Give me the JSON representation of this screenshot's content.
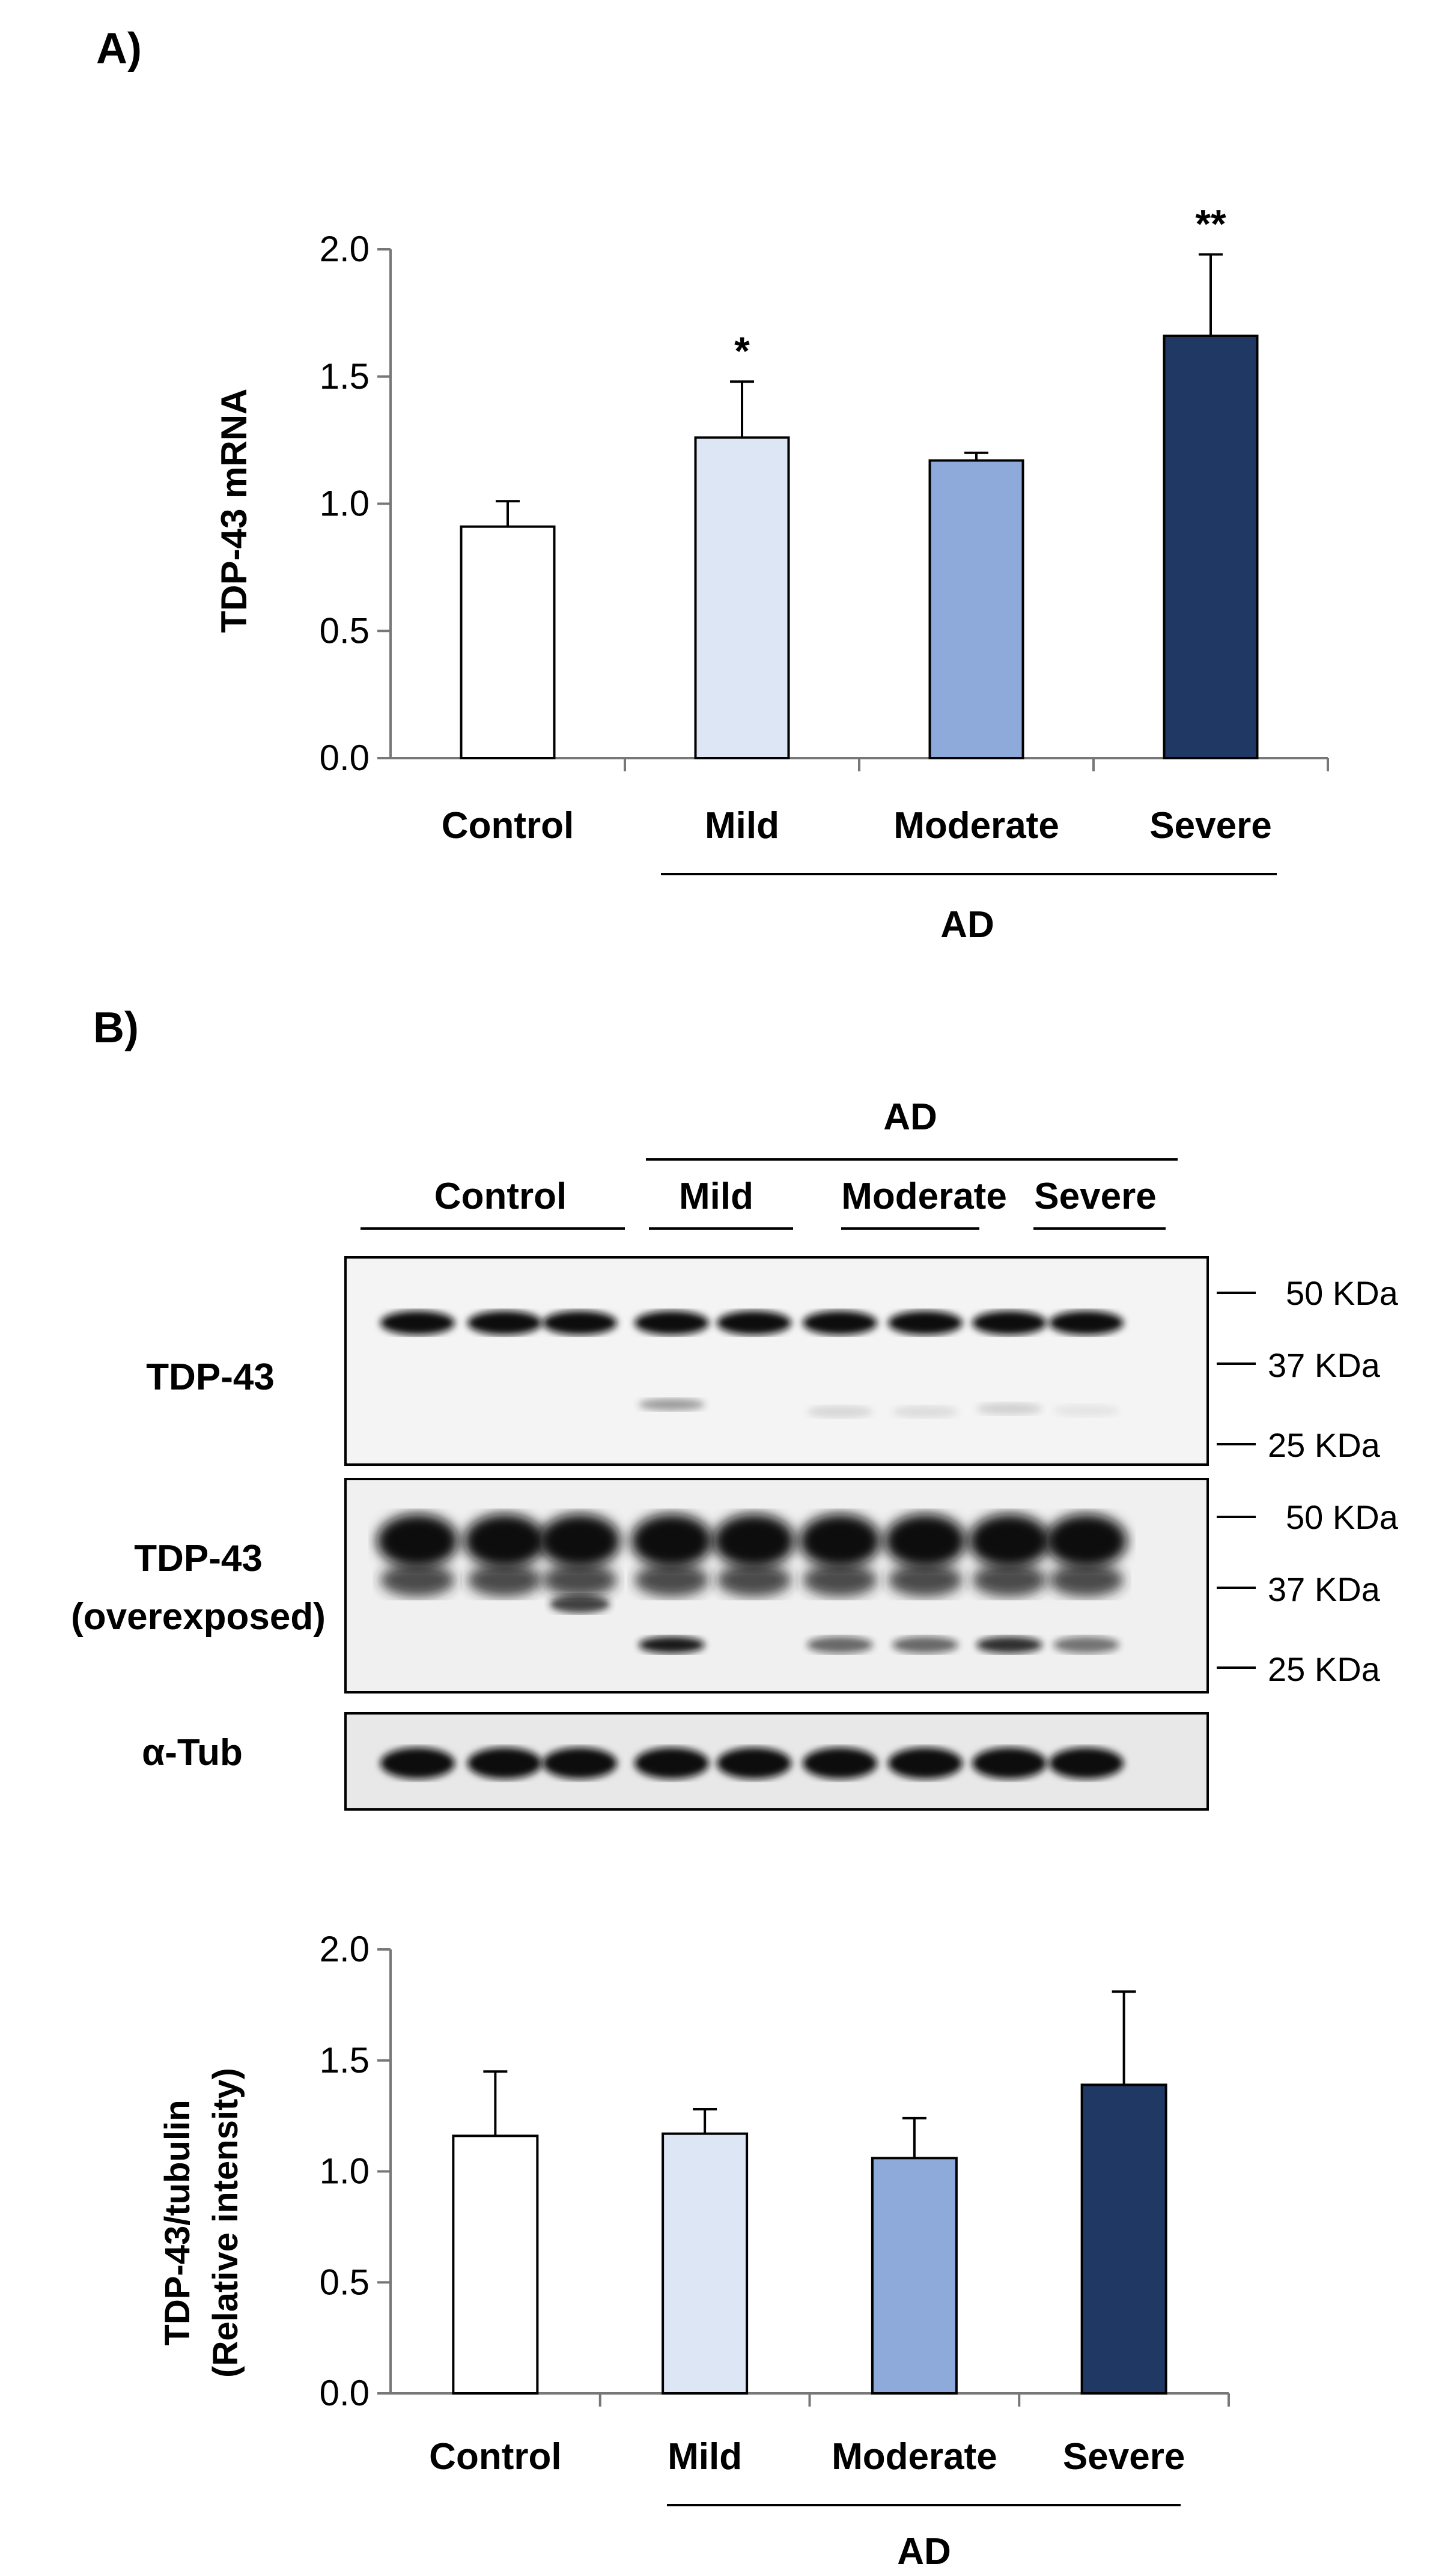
{
  "panel_a": {
    "label": "A)",
    "chart_data": {
      "type": "bar",
      "categories": [
        "Control",
        "Mild",
        "Moderate",
        "Severe"
      ],
      "values": [
        0.91,
        1.26,
        1.17,
        1.66
      ],
      "errors": [
        0.1,
        0.22,
        0.03,
        0.32
      ],
      "significance": [
        "",
        "*",
        "",
        "**"
      ],
      "colors": [
        "#ffffff",
        "#dce6f4",
        "#8eaadb",
        "#1f3864"
      ],
      "ylabel": "TDP-43 mRNA",
      "yticks": [
        "0.0",
        "0.5",
        "1.0",
        "1.5",
        "2.0"
      ],
      "ylim": [
        0,
        2
      ],
      "group_label": "AD"
    }
  },
  "panel_b": {
    "label": "B)",
    "blot": {
      "group_label": "AD",
      "lane_groups": [
        "Control",
        "Mild",
        "Moderate",
        "Severe"
      ],
      "rows": [
        "TDP-43",
        "TDP-43",
        "(overexposed)",
        "α-Tub"
      ],
      "markers_top": [
        "50 KDa",
        "37 KDa",
        "25 KDa"
      ],
      "markers_over": [
        "50 KDa",
        "37 KDa",
        "25 KDa"
      ]
    },
    "chart_data": {
      "type": "bar",
      "categories": [
        "Control",
        "Mild",
        "Moderate",
        "Severe"
      ],
      "values": [
        1.16,
        1.17,
        1.06,
        1.39
      ],
      "errors": [
        0.29,
        0.11,
        0.18,
        0.42
      ],
      "colors": [
        "#ffffff",
        "#dce6f4",
        "#8eaadb",
        "#1f3864"
      ],
      "ylabel_line1": "TDP-43/tubulin",
      "ylabel_line2": "(Relative intensity)",
      "yticks": [
        "0.0",
        "0.5",
        "1.0",
        "1.5",
        "2.0"
      ],
      "ylim": [
        0,
        2
      ],
      "group_label": "AD"
    }
  }
}
